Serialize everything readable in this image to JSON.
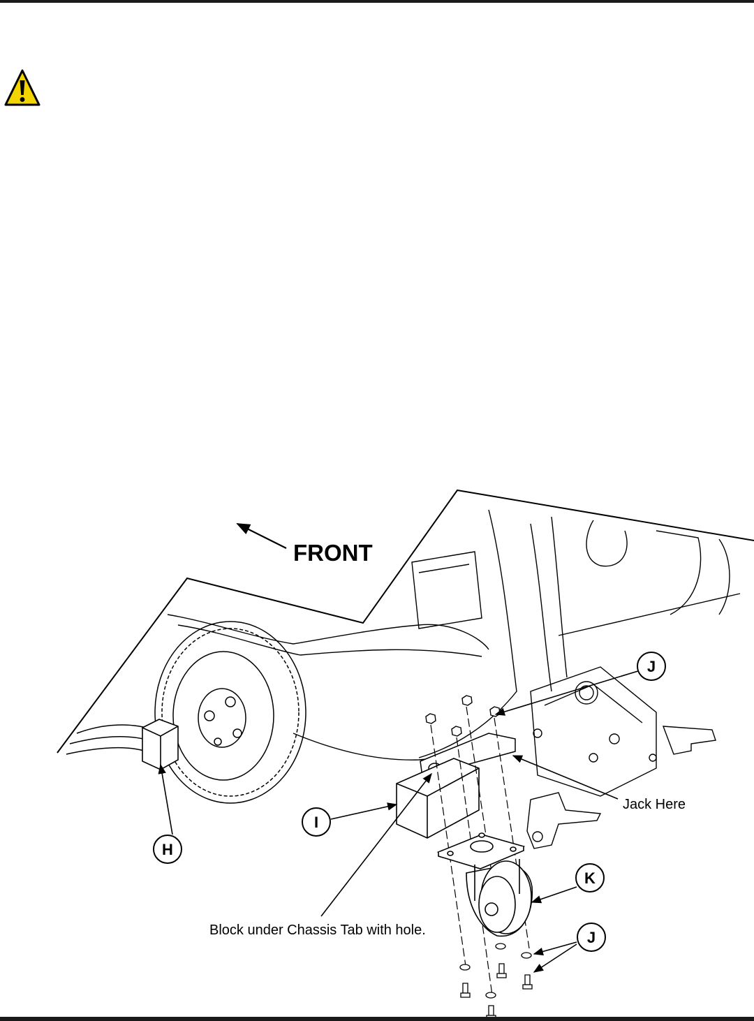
{
  "warning": {
    "icon": "warning-triangle-icon",
    "color": "#f2d500"
  },
  "diagram": {
    "direction_label": "FRONT",
    "callouts": {
      "h": "H",
      "i": "I",
      "j_top": "J",
      "j_bottom": "J",
      "k": "K"
    },
    "annotations": {
      "jack": "Jack Here",
      "block": "Block under Chassis Tab with hole."
    }
  }
}
